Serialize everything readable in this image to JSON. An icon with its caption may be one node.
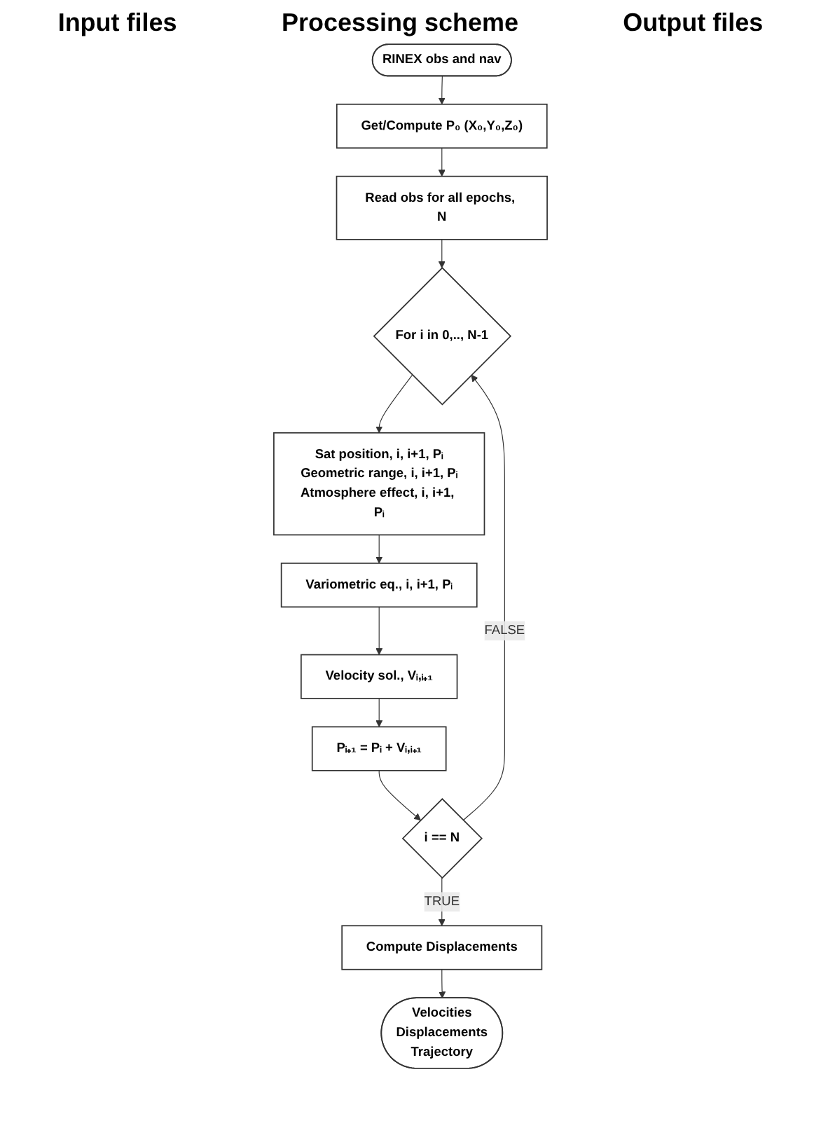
{
  "diagram": {
    "title": "Processing scheme",
    "nodes": [
      {
        "text": [
          "RINEX obs and nav"
        ]
      },
      {
        "text": [
          "Get/Compute P₀ (X₀,Y₀,Z₀)"
        ]
      },
      {
        "text": [
          "Read obs for all epochs, N"
        ]
      },
      {
        "text": [
          "For i in 0,.., N-1"
        ]
      },
      {
        "text": [
          "Sat position, i, i+1, Pᵢ",
          "Geometric range, i, i+1, Pᵢ",
          "Atmosphere effect, i, i+1, Pᵢ"
        ]
      },
      {
        "text": [
          "Variometric eq., i, i+1, Pᵢ"
        ]
      },
      {
        "text": [
          "Velocity sol., Vᵢ,ᵢ₊₁"
        ]
      },
      {
        "text": [
          "Pᵢ₊₁ = Pᵢ + Vᵢ,ᵢ₊₁"
        ]
      },
      {
        "text": [
          "i == N"
        ]
      },
      {
        "text": [
          "Compute Displacements"
        ]
      },
      {
        "text": [
          "Velocities",
          "Displacements",
          "Trajectory"
        ]
      }
    ],
    "edges": [
      {
        "from": 0,
        "to": 1,
        "arrow": "to"
      },
      {
        "from": 1,
        "to": 2,
        "arrow": "to"
      },
      {
        "from": 2,
        "to": 3,
        "arrow": "to"
      },
      {
        "from": 3,
        "to": 4,
        "arrow": "to"
      },
      {
        "from": 4,
        "to": 5,
        "arrow": "to"
      },
      {
        "from": 5,
        "to": 6,
        "arrow": "to"
      },
      {
        "from": 6,
        "to": 7,
        "arrow": "to"
      },
      {
        "from": 7,
        "to": 8,
        "arrow": "to"
      },
      {
        "from": 8,
        "to": 3,
        "label": "FALSE",
        "arrow": "to"
      },
      {
        "from": 8,
        "to": 9,
        "label": "TRUE",
        "arrow": "to"
      },
      {
        "from": 9,
        "to": 10,
        "arrow": "to"
      }
    ],
    "labels": [
      "Input files",
      "Output files"
    ]
  }
}
